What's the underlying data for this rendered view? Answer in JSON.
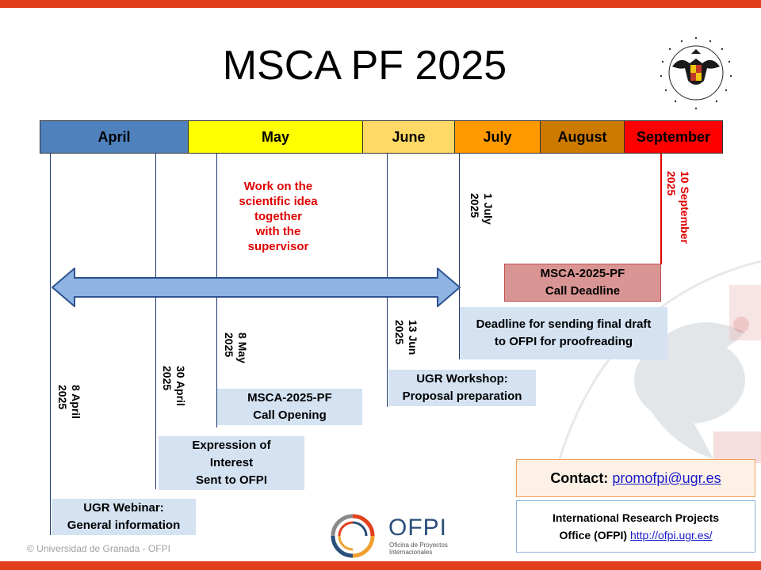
{
  "title": "MSCA PF 2025",
  "copyright": "© Universidad de Granada - OFPI",
  "months": [
    {
      "label": "April",
      "color": "#4f81bd"
    },
    {
      "label": "May",
      "color": "#ffff00"
    },
    {
      "label": "June",
      "color": "#ffd966"
    },
    {
      "label": "July",
      "color": "#ff9900"
    },
    {
      "label": "August",
      "color": "#cc7a00"
    },
    {
      "label": "September",
      "color": "#ff0000"
    }
  ],
  "dates": {
    "apr8": "8 April\n2025",
    "apr30": "30 April\n2025",
    "may8": "8 May\n2025",
    "jun13": "13 Jun\n2025",
    "jul1": "1 July\n2025",
    "sep10": "10 September\n2025"
  },
  "work_text": "Work on the\nscientific idea\ntogether\nwith the\nsupervisor",
  "boxes": {
    "webinar": "UGR Webinar:\nGeneral information",
    "interest": "Expression of\nInterest\nSent to OFPI",
    "opening": "MSCA-2025-PF\nCall Opening",
    "workshop": "UGR Workshop:\nProposal preparation",
    "final_draft": "Deadline for sending final draft\nto OFPI for proofreading",
    "deadline": "MSCA-2025-PF\nCall Deadline"
  },
  "contact": {
    "label": "Contact:",
    "email": "promofpi@ugr.es"
  },
  "office": {
    "line1": "International Research Projects",
    "line2": "Office (OFPI)",
    "url": "http://ofpi.ugr.es/"
  },
  "ofpi": {
    "name": "OFPI",
    "subtitle": "Oficina de Proyectos\nInternacionales"
  },
  "colors": {
    "accent_bar": "#e2401c",
    "highlight_red": "#e00000",
    "box_blue": "#d4e2f2",
    "deadline_box": "#d99594",
    "arrow_fill": "#8eb4e3",
    "arrow_stroke": "#2f528f"
  }
}
